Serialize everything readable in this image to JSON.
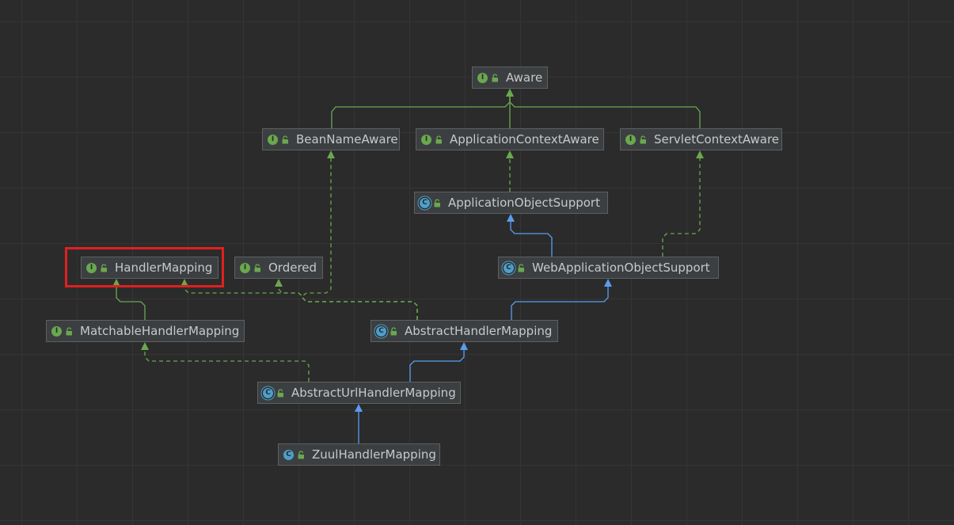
{
  "colors": {
    "interface_edge": "#6aa84f",
    "class_edge": "#5a9cf0",
    "highlight": "#e02020"
  },
  "nodes": [
    {
      "id": "aware",
      "label": "Aware",
      "kind": "interface",
      "icon_letter": "I"
    },
    {
      "id": "bean_name_aware",
      "label": "BeanNameAware",
      "kind": "interface",
      "icon_letter": "I"
    },
    {
      "id": "application_context_aware",
      "label": "ApplicationContextAware",
      "kind": "interface",
      "icon_letter": "I"
    },
    {
      "id": "servlet_context_aware",
      "label": "ServletContextAware",
      "kind": "interface",
      "icon_letter": "I"
    },
    {
      "id": "application_object_support",
      "label": "ApplicationObjectSupport",
      "kind": "abstract-class",
      "icon_letter": "C"
    },
    {
      "id": "handler_mapping",
      "label": "HandlerMapping",
      "kind": "interface",
      "icon_letter": "I",
      "highlighted": true
    },
    {
      "id": "ordered",
      "label": "Ordered",
      "kind": "interface",
      "icon_letter": "I"
    },
    {
      "id": "web_application_object_support",
      "label": "WebApplicationObjectSupport",
      "kind": "abstract-class",
      "icon_letter": "C"
    },
    {
      "id": "matchable_handler_mapping",
      "label": "MatchableHandlerMapping",
      "kind": "interface",
      "icon_letter": "I"
    },
    {
      "id": "abstract_handler_mapping",
      "label": "AbstractHandlerMapping",
      "kind": "abstract-class",
      "icon_letter": "C"
    },
    {
      "id": "abstract_url_handler_mapping",
      "label": "AbstractUrlHandlerMapping",
      "kind": "abstract-class",
      "icon_letter": "C"
    },
    {
      "id": "zuul_handler_mapping",
      "label": "ZuulHandlerMapping",
      "kind": "class",
      "icon_letter": "C"
    }
  ],
  "edges": [
    {
      "from": "bean_name_aware",
      "to": "aware",
      "type": "extends-interface"
    },
    {
      "from": "application_context_aware",
      "to": "aware",
      "type": "extends-interface"
    },
    {
      "from": "servlet_context_aware",
      "to": "aware",
      "type": "extends-interface"
    },
    {
      "from": "application_object_support",
      "to": "application_context_aware",
      "type": "implements"
    },
    {
      "from": "web_application_object_support",
      "to": "application_object_support",
      "type": "extends-class"
    },
    {
      "from": "web_application_object_support",
      "to": "servlet_context_aware",
      "type": "implements"
    },
    {
      "from": "matchable_handler_mapping",
      "to": "handler_mapping",
      "type": "extends-interface"
    },
    {
      "from": "abstract_handler_mapping",
      "to": "handler_mapping",
      "type": "implements"
    },
    {
      "from": "abstract_handler_mapping",
      "to": "ordered",
      "type": "implements"
    },
    {
      "from": "abstract_handler_mapping",
      "to": "bean_name_aware",
      "type": "implements"
    },
    {
      "from": "abstract_handler_mapping",
      "to": "web_application_object_support",
      "type": "extends-class"
    },
    {
      "from": "abstract_url_handler_mapping",
      "to": "abstract_handler_mapping",
      "type": "extends-class"
    },
    {
      "from": "abstract_url_handler_mapping",
      "to": "matchable_handler_mapping",
      "type": "implements"
    },
    {
      "from": "zuul_handler_mapping",
      "to": "abstract_url_handler_mapping",
      "type": "extends-class"
    }
  ]
}
